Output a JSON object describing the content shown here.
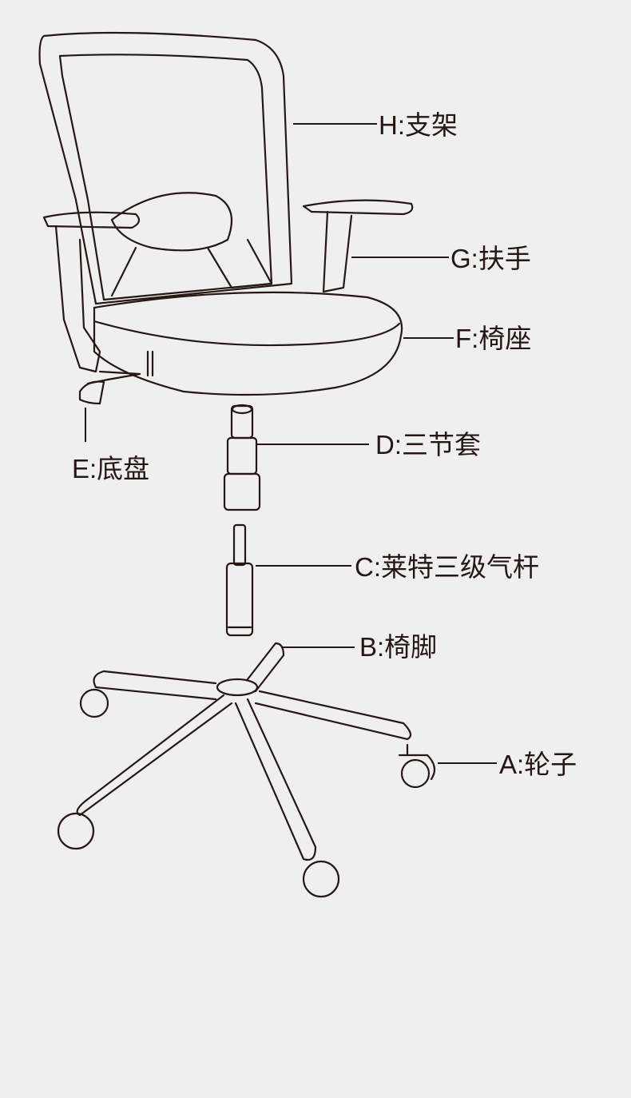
{
  "title": "Office chair parts diagram",
  "parts": [
    {
      "key": "H",
      "label": "H:支架"
    },
    {
      "key": "G",
      "label": "G:扶手"
    },
    {
      "key": "F",
      "label": "F:椅座"
    },
    {
      "key": "E",
      "label": "E:底盘"
    },
    {
      "key": "D",
      "label": "D:三节套"
    },
    {
      "key": "C",
      "label": "C:莱特三级气杆"
    },
    {
      "key": "B",
      "label": "B:椅脚"
    },
    {
      "key": "A",
      "label": "A:轮子"
    }
  ],
  "colors": {
    "background": "#efefef",
    "line": "#231815"
  }
}
